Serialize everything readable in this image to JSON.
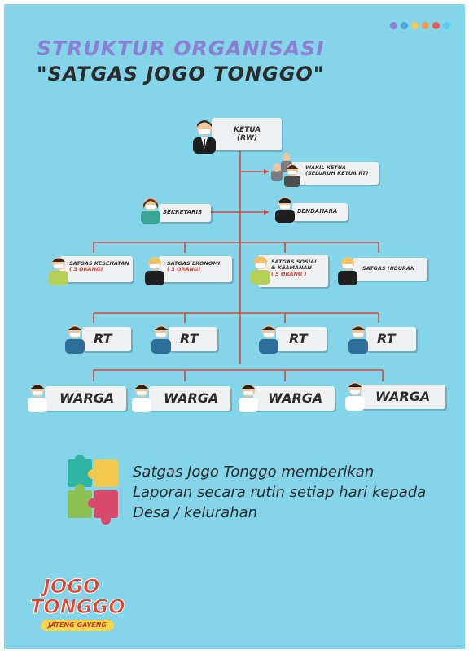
{
  "header": {
    "title_line1": "STRUKTUR ORGANISASI",
    "title_line2": "\"SATGAS JOGO TONGGO\""
  },
  "palette_dots": [
    "#8f7fd8",
    "#4aa7d6",
    "#f2c94c",
    "#f2994a",
    "#eb5757",
    "#56ccf2"
  ],
  "org": {
    "ketua": "KETUA\n(RW)",
    "wakil": "WAKIL KETUA\n(SELURUH KETUA RT)",
    "sekretaris": "SEKRETARIS",
    "bendahara": "BENDAHARA",
    "satgas_kesehatan": "SATGAS KESEHATAN",
    "satgas_kesehatan_count": "( 3 ORANG)",
    "satgas_ekonomi": "SATGAS EKONOMI",
    "satgas_ekonomi_count": "( 3 ORANG)",
    "satgas_sosial": "SATGAS SOSIAL\n& KEAMANAN",
    "satgas_sosial_count": "( 5 ORANG )",
    "satgas_hiburan": "SATGAS HIBURAN",
    "rt": [
      "RT",
      "RT",
      "RT",
      "RT"
    ],
    "warga": [
      "WARGA",
      "WARGA",
      "WARGA",
      "WARGA"
    ]
  },
  "message": {
    "line1": "Satgas Jogo Tonggo memberikan",
    "line2": "Laporan secara rutin setiap hari kepada",
    "line3": "Desa / kelurahan"
  },
  "logo": {
    "line1": "JOGO",
    "line2": "TONGGO",
    "tagline": "JATENG GAYENG"
  },
  "colors": {
    "background": "#84d4ea",
    "connector": "#d9473a",
    "title": "#8a7fd1"
  }
}
